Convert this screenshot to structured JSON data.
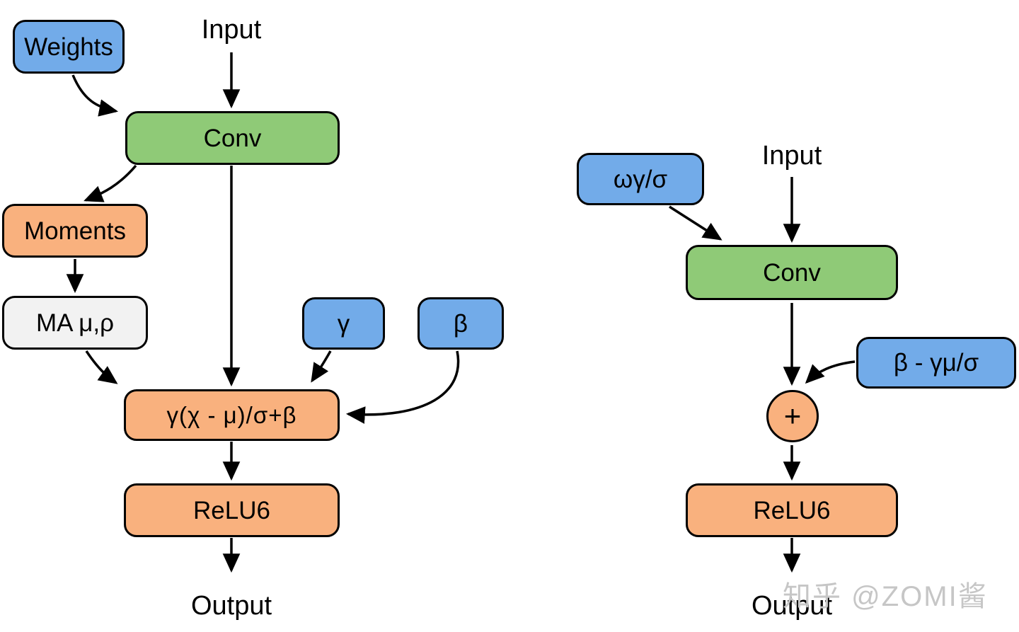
{
  "left": {
    "input_label": "Input",
    "weights": "Weights",
    "conv": "Conv",
    "moments": "Moments",
    "moving_avg": "MA μ,ρ",
    "gamma": "γ",
    "beta": "β",
    "bn_formula": "γ(χ - μ)/σ+β",
    "relu6": "ReLU6",
    "output_label": "Output"
  },
  "right": {
    "input_label": "Input",
    "folded_weights": "ωγ/σ",
    "conv": "Conv",
    "folded_bias": "β - γμ/σ",
    "add": "+",
    "relu6": "ReLU6",
    "output_label": "Output"
  },
  "watermark": "知乎 @ZOMI酱",
  "colors": {
    "node_blue": "#72abe9",
    "node_green": "#8fca77",
    "node_orange": "#f9b17e",
    "node_gray": "#f2f2f2",
    "stroke": "#000000",
    "watermark_gray": "#c6c6c6",
    "background": "#ffffff"
  }
}
